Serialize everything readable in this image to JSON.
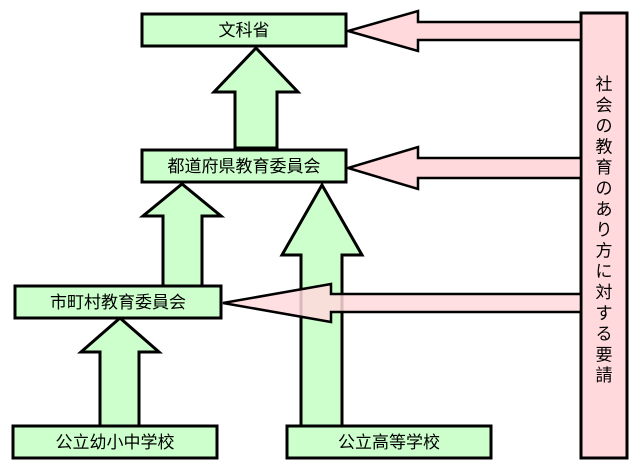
{
  "nodes": {
    "monkasho": "文科省",
    "prefectural_board": "都道府県教育委員会",
    "municipal_board": "市町村教育委員会",
    "public_elementary_middle": "公立幼小中学校",
    "public_high_school": "公立高等学校"
  },
  "side_panel": {
    "text": "社会の教育のあり方に対する要請"
  },
  "colors": {
    "node_fill": "#ccffcc",
    "green_arrow_fill": "#ccffcc",
    "pink_fill": "#ffd9dc",
    "stroke": "#000000"
  }
}
